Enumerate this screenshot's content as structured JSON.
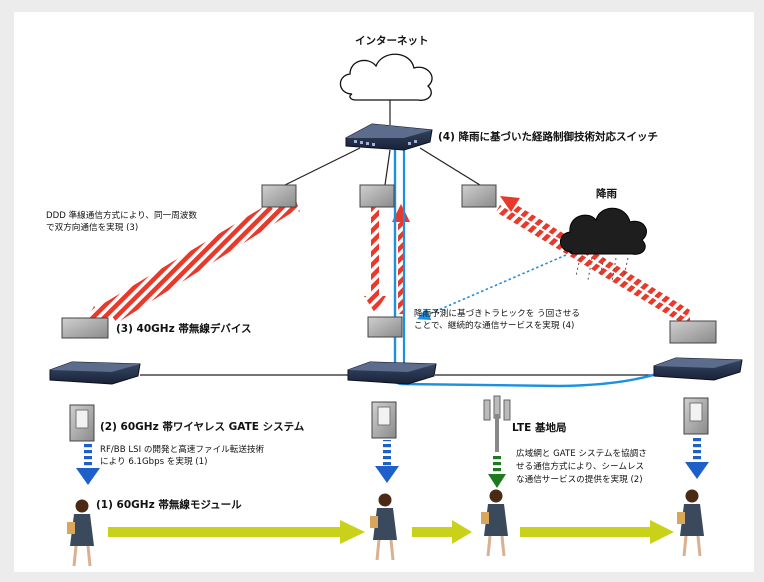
{
  "labels": {
    "internet": "インターネット",
    "switch": "(4) 降雨に基づいた経路制御技術対応スイッチ",
    "rain": "降雨",
    "ddd_line1": "DDD 準線通信方式により、同一周波数",
    "ddd_line2": "で双方向通信を実現 (3)",
    "forecast_line1": "降雨予測に基づきトラヒックを う回させる",
    "forecast_line2": "ことで、継続的な通信サービスを実現 (4)",
    "device_40": "(3) 40GHz 帯無線デバイス",
    "gate": "(2) 60GHz 帯ワイヤレス GATE システム",
    "gate_desc_line1": "RF/BB LSI の開発と高速ファイル転送技術",
    "gate_desc_line2": "により 6.1Gbps を実現 (1)",
    "lte": "LTE 基地局",
    "lte_desc_line1": "広域網と GATE システムを協調さ",
    "lte_desc_line2": "せる通信方式により、シームレス",
    "lte_desc_line3": "な通信サービスの提供を実現 (2)",
    "module_60": "(1) 60GHz 帯無線モジュール"
  },
  "colors": {
    "red_arrow": "#e8392a",
    "blue_path": "#1e90e0",
    "blue_arrow": "#1f5fc9",
    "green_arrow": "#1e7a1e",
    "yellow_arrow": "#c9d11a",
    "cloud_dark": "#1e1e1e"
  }
}
